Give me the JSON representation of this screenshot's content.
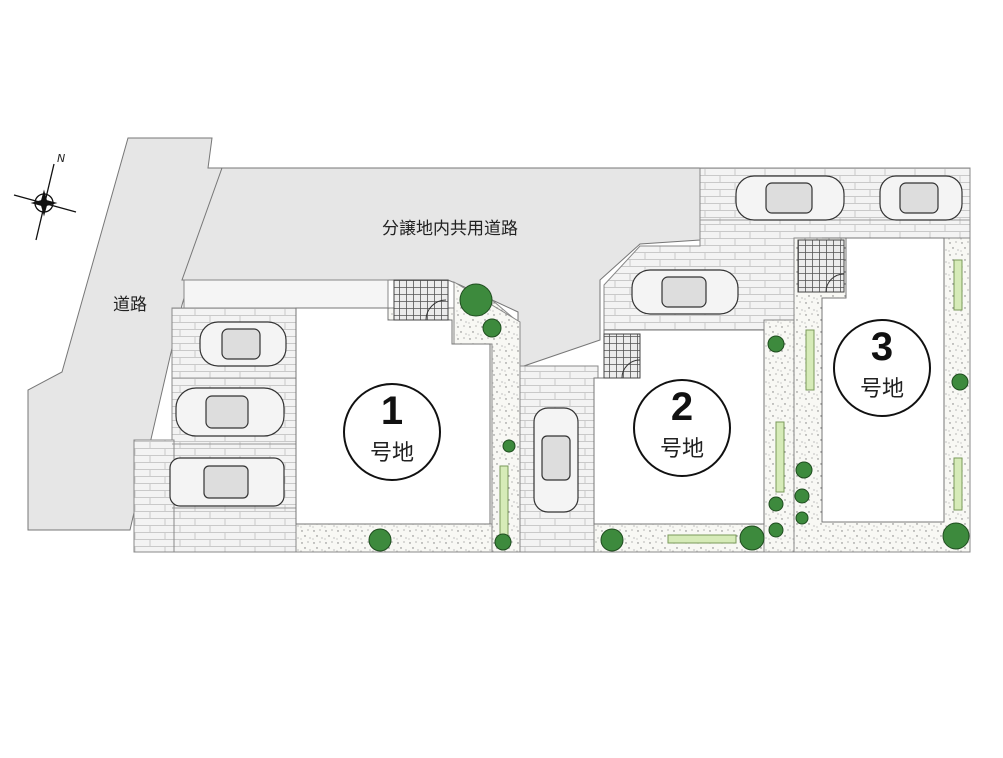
{
  "labels": {
    "public_road": "道路",
    "shared_road": "分譲地内共用道路",
    "compass_n": "N"
  },
  "lots": [
    {
      "number": "1",
      "suffix": "号地"
    },
    {
      "number": "2",
      "suffix": "号地"
    },
    {
      "number": "3",
      "suffix": "号地"
    }
  ],
  "colors": {
    "road": "#e6e6e6",
    "road_edge": "#777777",
    "brick": "#f3f3f3",
    "brick_line": "#c9c9c9",
    "lot": "#ffffff",
    "gravel": "#f7f7f2",
    "shrub": "#3d8a3d",
    "hedge": "#d6ebb8"
  }
}
